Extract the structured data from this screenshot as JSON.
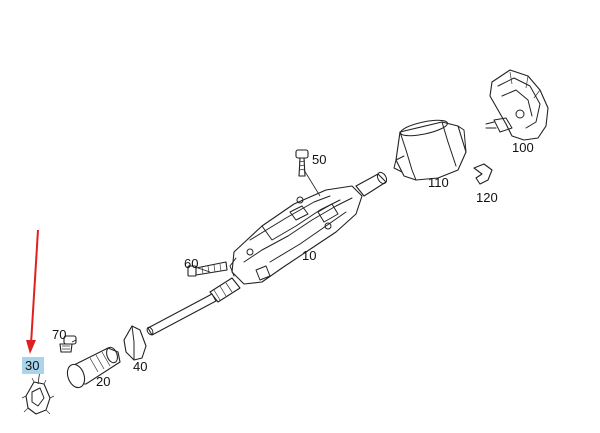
{
  "callouts": {
    "c10": "10",
    "c20": "20",
    "c30": "30",
    "c40": "40",
    "c50": "50",
    "c60": "60",
    "c70": "70",
    "c100": "100",
    "c110": "110",
    "c120": "120"
  },
  "highlight": {
    "callout": "30",
    "arrow_color": "#e02020",
    "label_bg_color": "#a9d4ec"
  }
}
